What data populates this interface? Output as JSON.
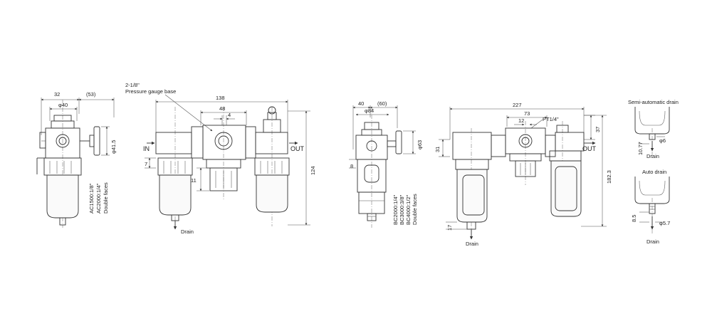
{
  "view1": {
    "dim_width_left": "32",
    "dim_width_right": "(53)",
    "dim_diameter": "φ40",
    "dim_gauge_diameter": "φ41.5",
    "model_line1": "AC1500:1/8\"",
    "model_line2": "AC2000:1/4\"",
    "model_line3": "Double faces"
  },
  "view2": {
    "gauge_port": "2-1/8\"",
    "gauge_label": "Pressure gauge base",
    "dim_total_width": "138",
    "dim_48": "48",
    "dim_4": "4",
    "dim_7": "7",
    "dim_11": "11",
    "dim_height": "124",
    "inlet_label": "IN",
    "outlet_label": "OUT",
    "drain_label": "Drain"
  },
  "view3": {
    "dim_40": "40",
    "dim_60": "(60)",
    "dim_84": "φ84",
    "dim_63": "φ63",
    "dim_8": "8",
    "model_line1": "BC2000:1/4\"",
    "model_line2": "BC3000:3/8\"",
    "model_line3": "BC4000:1/2\"",
    "model_line4": "Double faces"
  },
  "view4": {
    "dim_total_width": "227",
    "dim_73": "73",
    "port_label": "PT1/4\"",
    "dim_12": "12",
    "dim_37": "37",
    "dim_31": "31",
    "dim_height": "182.3",
    "dim_17": "17",
    "outlet_label": "OUT",
    "drain_label": "Drain"
  },
  "detail_semi": {
    "title": "Semi-automatic drain",
    "dim_diameter": "φ6",
    "dim_length": "10.77",
    "drain_label": "Drain"
  },
  "detail_auto": {
    "title": "Auto drain",
    "dim_length": "8.5",
    "dim_diameter": "φ5.7",
    "drain_label": "Drain"
  }
}
